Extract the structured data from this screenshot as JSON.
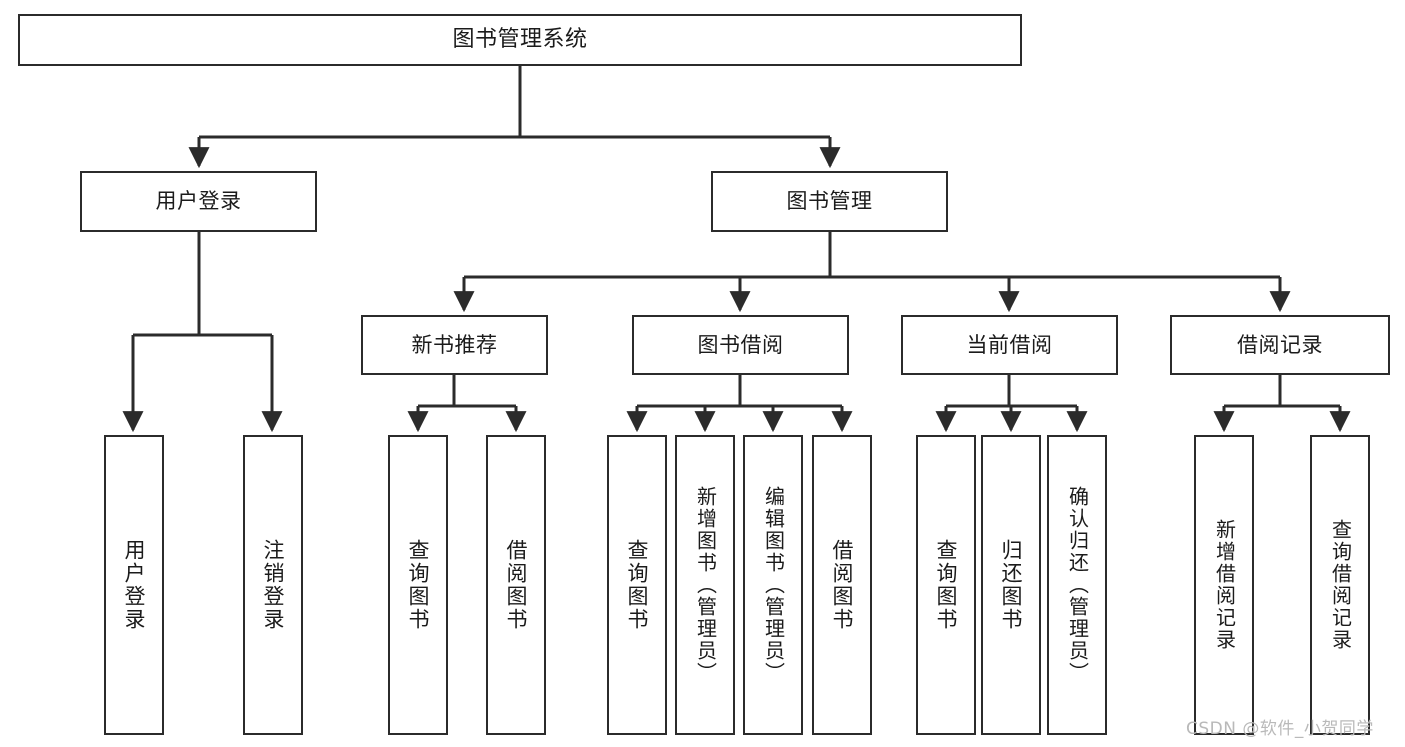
{
  "diagram": {
    "title": "图书管理系统",
    "type": "hierarchy-tree",
    "background_color": "#ffffff",
    "line_color": "#2b2b2b",
    "text_color": "#1b1b1b",
    "levels": 4
  },
  "root": {
    "label": "图书管理系统"
  },
  "level2": [
    {
      "label": "用户登录"
    },
    {
      "label": "图书管理"
    }
  ],
  "level3": [
    {
      "label": "新书推荐"
    },
    {
      "label": "图书借阅"
    },
    {
      "label": "当前借阅"
    },
    {
      "label": "借阅记录"
    }
  ],
  "leaves": {
    "user_login": [
      {
        "label": "用户登录"
      },
      {
        "label": "注销登录"
      }
    ],
    "new_book_recommend": [
      {
        "label": "查询图书"
      },
      {
        "label": "借阅图书"
      }
    ],
    "book_borrow": [
      {
        "label": "查询图书"
      },
      {
        "label": "新增图书（管理员）"
      },
      {
        "label": "编辑图书（管理员）"
      },
      {
        "label": "借阅图书"
      }
    ],
    "current_borrow": [
      {
        "label": "查询图书"
      },
      {
        "label": "归还图书"
      },
      {
        "label": "确认归还（管理员）"
      }
    ],
    "borrow_record": [
      {
        "label": "新增借阅记录"
      },
      {
        "label": "查询借阅记录"
      }
    ]
  },
  "watermark": {
    "text": "CSDN @软件_小贺同学"
  }
}
